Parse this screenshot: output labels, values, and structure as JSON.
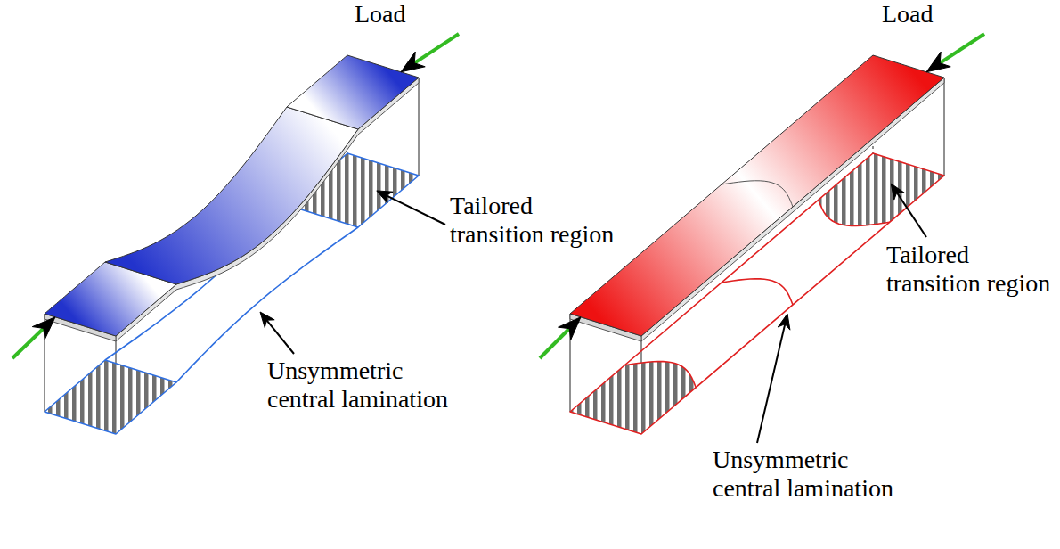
{
  "diagram": {
    "labels": [
      "Load",
      "Tailored transition region",
      "Unsymmetric central lamination",
      "Load",
      "Tailored transition region",
      "Unsymmetric central lamination"
    ]
  }
}
